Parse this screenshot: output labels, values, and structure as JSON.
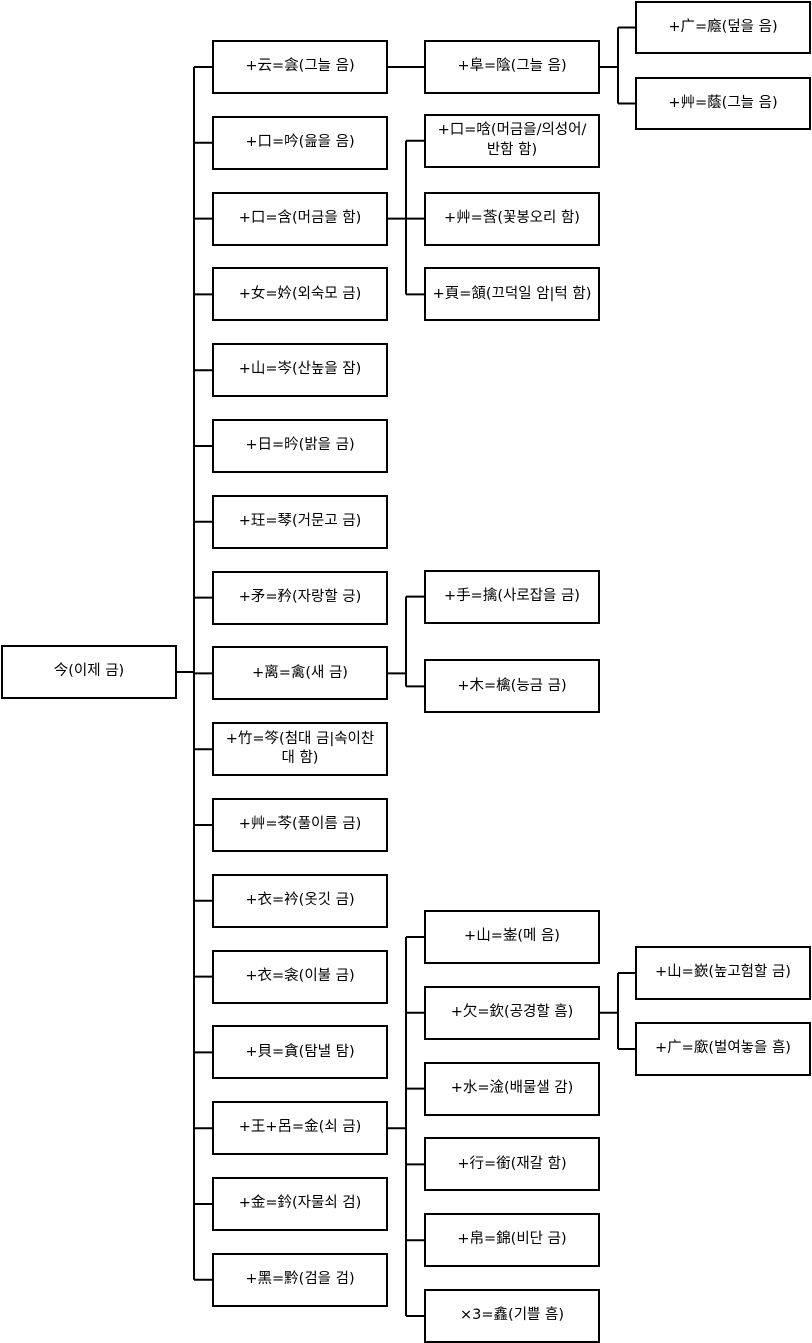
{
  "diagram": {
    "root": "今(이제 금)",
    "level1": [
      "+云=侌(그늘 음)",
      "+口=吟(읊을 음)",
      "+口=含(머금을 함)",
      "+女=妗(외숙모 금)",
      "+山=岑(산높을 잠)",
      "+日=昑(밝을 금)",
      "+玨=琴(거문고 금)",
      "+矛=矜(자랑할 긍)",
      "+离=禽(새 금)",
      "+竹=笒(첨대 금|속이찬 대 함)",
      "+艸=芩(풀이름 금)",
      "+衣=衿(옷깃 금)",
      "+衣=衾(이불 금)",
      "+貝=貪(탐낼 탐)",
      "+王+呂=金(쇠 금)",
      "+金=鈐(자물쇠 검)",
      "+黑=黔(검을 검)"
    ],
    "from_yin": [
      "+阜=陰(그늘 음)"
    ],
    "from_yin2": [
      "+广=廕(덮을 음)",
      "+艸=蔭(그늘 음)"
    ],
    "from_ham": [
      "+口=唅(머금을/의성어/반함 함)",
      "+艸=莟(꽃봉오리 함)",
      "+頁=頷(끄덕일 암|턱 함)"
    ],
    "from_geum_bird": [
      "+手=擒(사로잡을 금)",
      "+木=檎(능금 금)"
    ],
    "from_metal": [
      "+山=崟(메 음)",
      "+欠=欽(공경할 흠)",
      "+水=淦(배물샐 감)",
      "+行=銜(재갈 함)",
      "+帛=錦(비단 금)",
      "×3=鑫(기쁠 흠)"
    ],
    "from_heum": [
      "+山=嶔(높고험할 금)",
      "+广=廞(벌여놓을 흠)"
    ]
  }
}
